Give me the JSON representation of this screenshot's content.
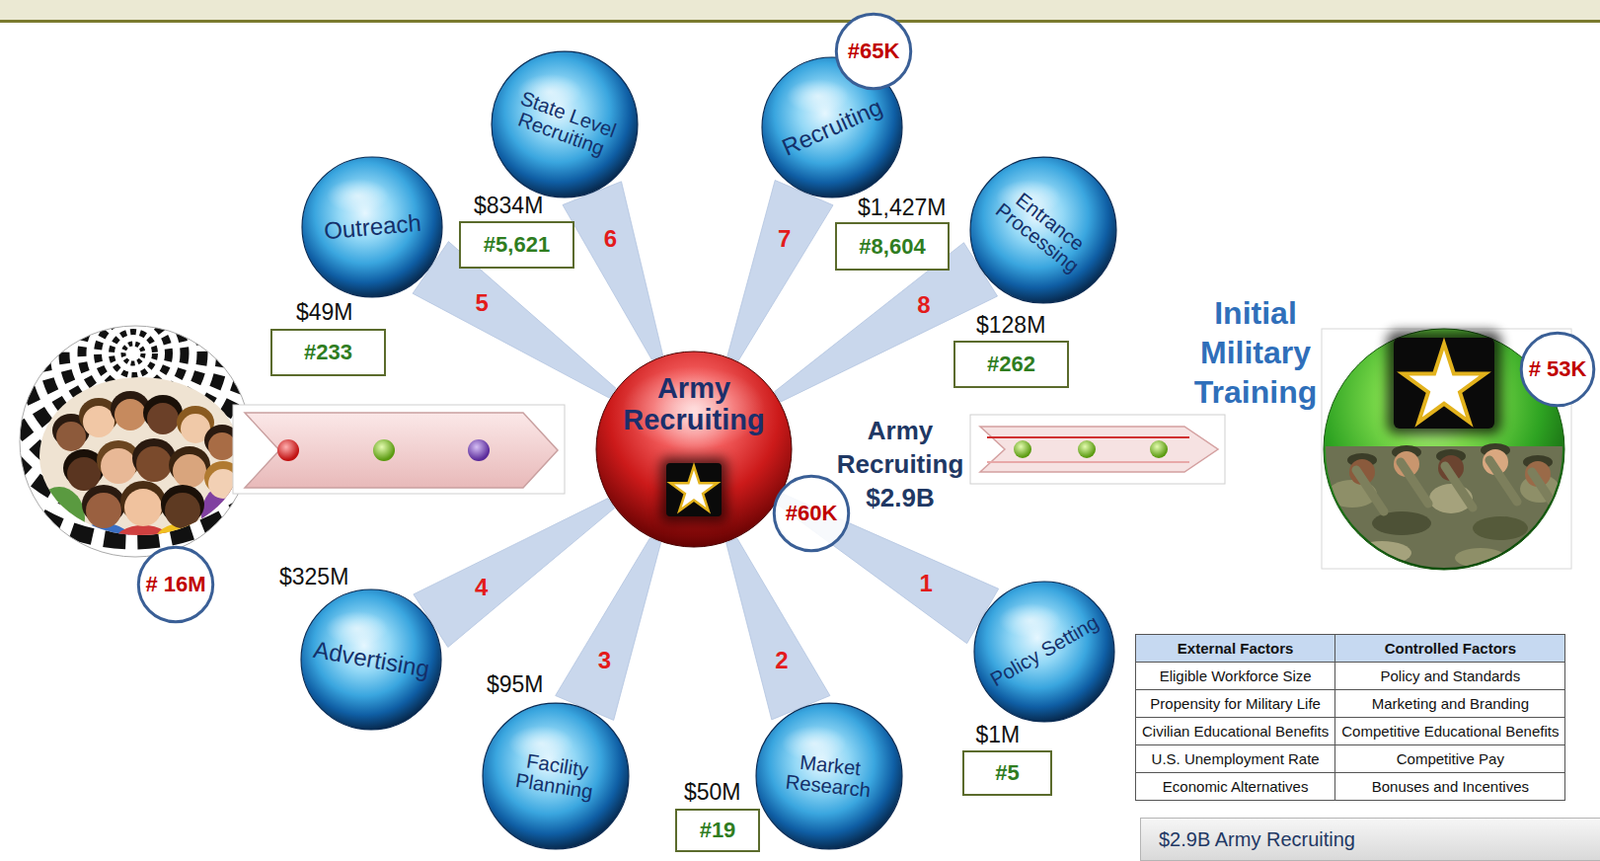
{
  "diagram": {
    "nodes": [
      {
        "text": [
          "#65K"
        ]
      },
      {
        "text": [
          "State Level Recruiting"
        ]
      },
      {
        "text": [
          "Recruiting"
        ]
      },
      {
        "text": [
          "Outreach"
        ]
      },
      {
        "text": [
          "#5,621"
        ]
      },
      {
        "text": [
          "#8,604"
        ]
      },
      {
        "text": [
          "Entrance Processing"
        ]
      },
      {
        "text": [
          "#233"
        ]
      },
      {
        "text": [
          "#262"
        ]
      },
      {
        "text": [
          "Army Recruiting"
        ]
      },
      {
        "text": [
          "# 16M"
        ]
      },
      {
        "text": [
          "#60K"
        ]
      },
      {
        "text": [
          "# 53K"
        ]
      },
      {
        "text": [
          "Advertising"
        ]
      },
      {
        "text": [
          "Policy Setting"
        ]
      },
      {
        "text": [
          "Facility Planning"
        ]
      },
      {
        "text": [
          "Market Research"
        ]
      },
      {
        "text": [
          "#5"
        ]
      },
      {
        "text": [
          "#19"
        ]
      },
      {
        "text": [
          "$2.9B Army Recruiting"
        ]
      }
    ],
    "edges": [
      {
        "from": 9,
        "to": 14,
        "label": "1",
        "arrow": "none"
      },
      {
        "from": 9,
        "to": 16,
        "label": "2",
        "arrow": "none"
      },
      {
        "from": 9,
        "to": 15,
        "label": "3",
        "arrow": "none"
      },
      {
        "from": 9,
        "to": 13,
        "label": "4",
        "arrow": "none"
      },
      {
        "from": 9,
        "to": 3,
        "label": "5",
        "arrow": "none"
      },
      {
        "from": 9,
        "to": 1,
        "label": "6",
        "arrow": "none"
      },
      {
        "from": 9,
        "to": 2,
        "label": "7",
        "arrow": "none"
      },
      {
        "from": 9,
        "to": 6,
        "label": "8",
        "arrow": "none"
      }
    ],
    "labels": [
      "$834M",
      "$1,427M",
      "$49M",
      "$128M",
      "Initial Military Training",
      "Army Recruiting $2.9B",
      "$325M",
      "$95M",
      "$1M",
      "$50M",
      "External Factors",
      "Controlled Factors",
      "Eligible Workforce Size",
      "Policy and Standards",
      "Propensity for Military Life",
      "Marketing and Branding",
      "Civilian Educational Benefits",
      "Competitive Educational Benefits",
      "U.S. Unemployment Rate",
      "Competitive Pay",
      "Economic Alternatives",
      "Bonuses and Incentives"
    ]
  }
}
